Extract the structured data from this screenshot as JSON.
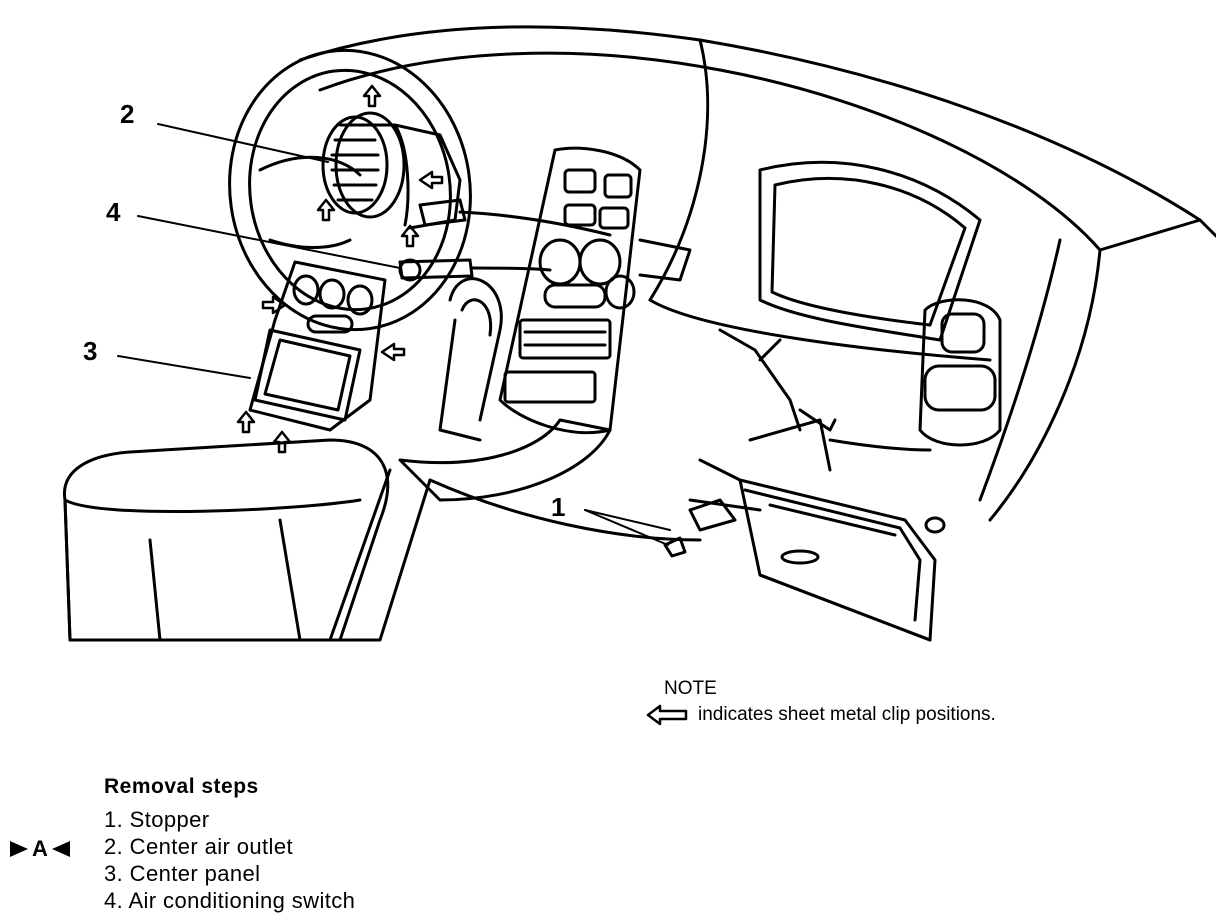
{
  "callouts": {
    "c1": "1",
    "c2": "2",
    "c3": "3",
    "c4": "4"
  },
  "note": {
    "title": "NOTE",
    "text": "indicates sheet metal clip positions."
  },
  "removal": {
    "title": "Removal steps",
    "steps": [
      "1. Stopper",
      "2. Center air outlet",
      "3. Center panel",
      "4. Air conditioning switch"
    ]
  },
  "marker": {
    "letter": "A"
  }
}
